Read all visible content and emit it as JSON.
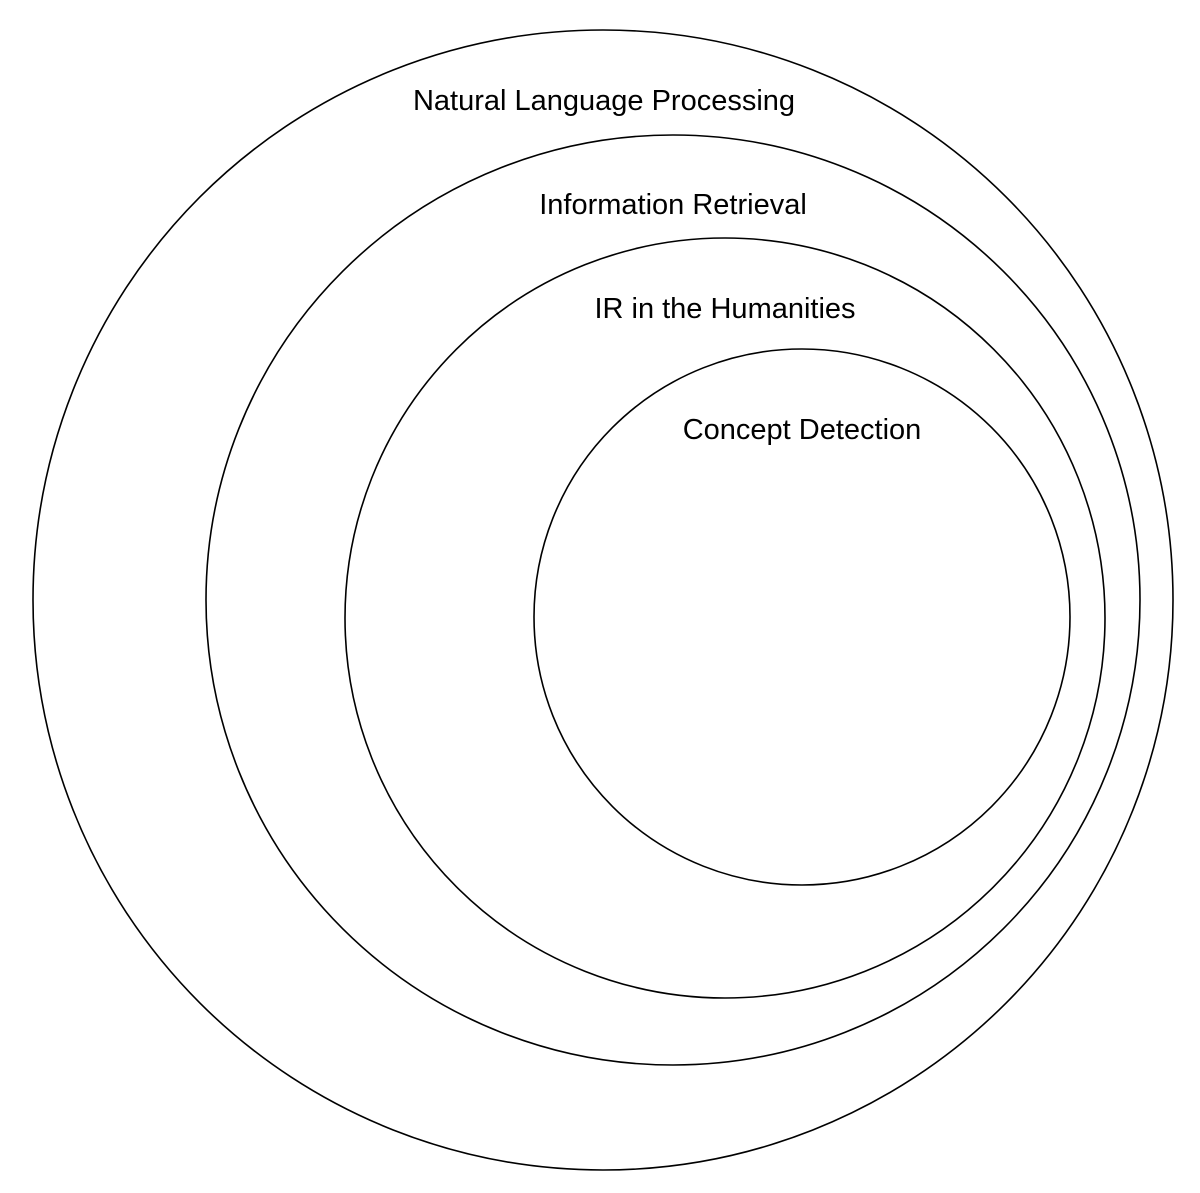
{
  "diagram": {
    "type": "nested-circles",
    "stroke_color": "#000000",
    "background_color": "#ffffff",
    "rings": [
      {
        "label": "Natural Language Processing"
      },
      {
        "label": "Information Retrieval"
      },
      {
        "label": "IR in the Humanities"
      },
      {
        "label": "Concept Detection"
      }
    ]
  }
}
